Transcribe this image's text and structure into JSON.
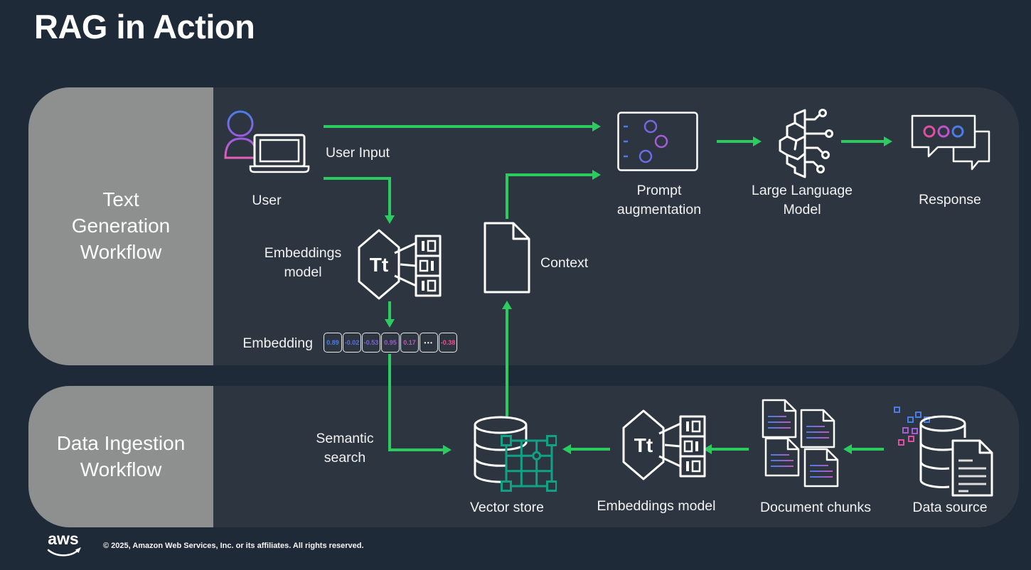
{
  "title": "RAG in Action",
  "panels": {
    "text_generation": {
      "label": "Text Generation Workflow"
    },
    "data_ingestion": {
      "label": "Data Ingestion Workflow"
    }
  },
  "nodes": {
    "user": "User",
    "user_input": "User Input",
    "embeddings_model": "Embeddings model",
    "embedding": "Embedding",
    "context": "Context",
    "prompt_augmentation": "Prompt augmentation",
    "llm": "Large Language Model",
    "response": "Response",
    "semantic_search": "Semantic search",
    "vector_store": "Vector store",
    "embeddings_model_2": "Embeddings model",
    "document_chunks": "Document chunks",
    "data_source": "Data source"
  },
  "model_icon_text": "Tt",
  "embedding_vector": {
    "values": [
      {
        "text": "0.89",
        "color": "#4b7ce3"
      },
      {
        "text": "-0.02",
        "color": "#5a6ee0"
      },
      {
        "text": "-0.53",
        "color": "#7a62da"
      },
      {
        "text": "0.95",
        "color": "#9a5ad1"
      },
      {
        "text": "0.17",
        "color": "#c257bb"
      },
      {
        "text": "•••",
        "color": "#ffffff"
      },
      {
        "text": "-0.38",
        "color": "#e8518f"
      }
    ]
  },
  "footer": {
    "logo": "aws",
    "copyright": "© 2025, Amazon Web Services, Inc. or its affiliates. All rights reserved."
  },
  "colors": {
    "background": "#1f2a38",
    "panel": "#2c3540",
    "label_panel_gray": "#8e9090",
    "arrow_green": "#2ccb60",
    "grid_teal": "#10a285",
    "accent_blue": "#4b7ce3",
    "accent_purple": "#9b5ce0",
    "accent_pink": "#e055b0"
  }
}
